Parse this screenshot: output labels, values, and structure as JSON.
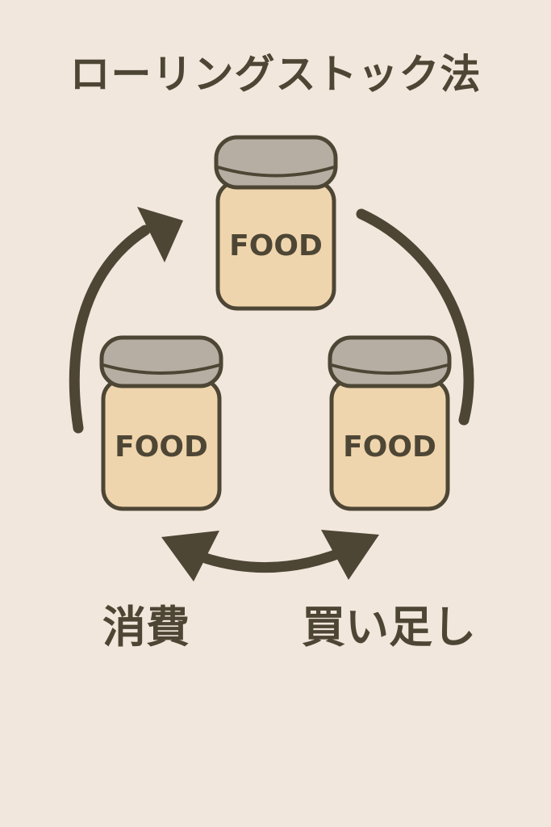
{
  "title": "ローリングストック法",
  "jars": [
    {
      "label": "FOOD"
    },
    {
      "label": "FOOD"
    },
    {
      "label": "FOOD"
    }
  ],
  "labels": {
    "consume": "消費",
    "restock": "買い足し"
  },
  "colors": {
    "background": "#f2e7dc",
    "ink": "#4e4635",
    "jar_body": "#efd5ad",
    "jar_lid": "#b6aea2"
  }
}
